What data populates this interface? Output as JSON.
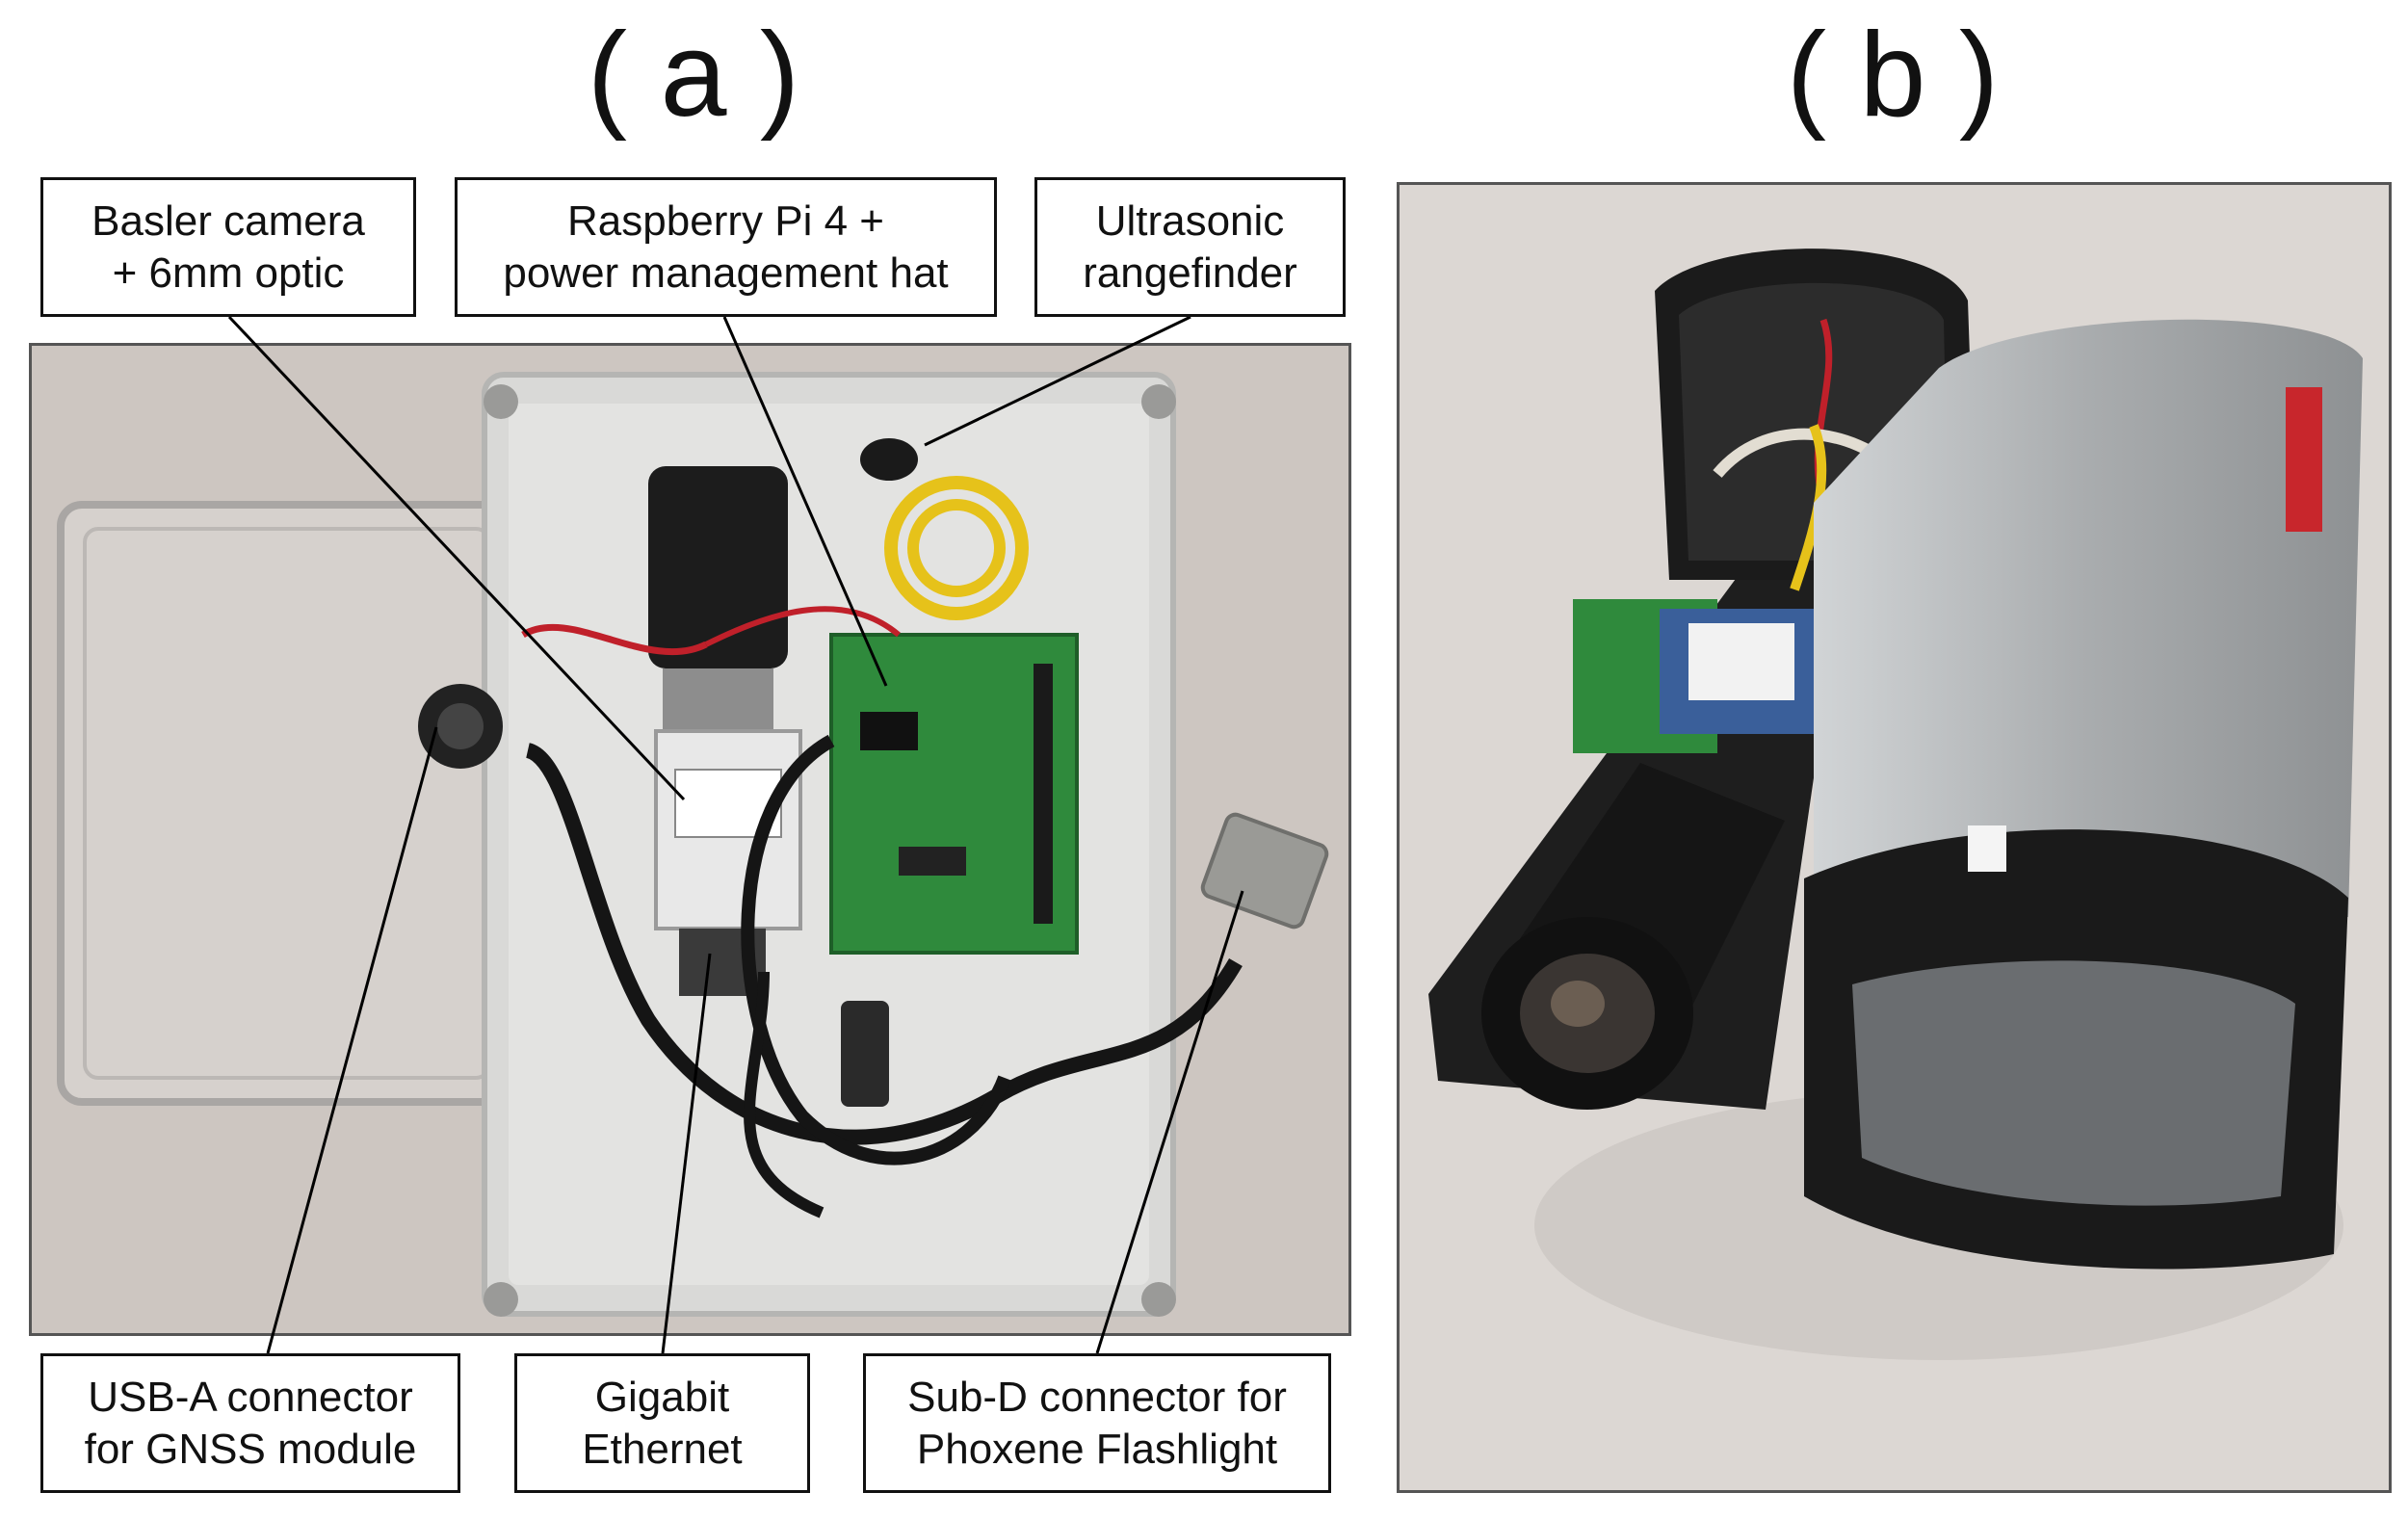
{
  "panels": [
    {
      "letter": "( a )"
    },
    {
      "letter": "( b )"
    }
  ],
  "callouts": {
    "basler": [
      "Basler camera",
      "+ 6mm optic"
    ],
    "rpi": [
      "Raspberry Pi 4 +",
      "power management hat"
    ],
    "ultrasonic": [
      "Ultrasonic",
      "rangefinder"
    ],
    "usb": [
      "USB-A connector",
      "for GNSS module"
    ],
    "gigabit": [
      "Gigabit",
      "Ethernet"
    ],
    "subd": [
      "Sub-D connector for",
      "Phoxene Flashlight"
    ]
  },
  "colors": {
    "box_border": "#111111",
    "leader_line": "#000000",
    "enclosure": "#d8d8d6",
    "pcb": "#2f8a3c",
    "cable_yellow": "#e6c21a",
    "housing_black": "#1b1b1b",
    "housing_metal": "#a9acae"
  }
}
